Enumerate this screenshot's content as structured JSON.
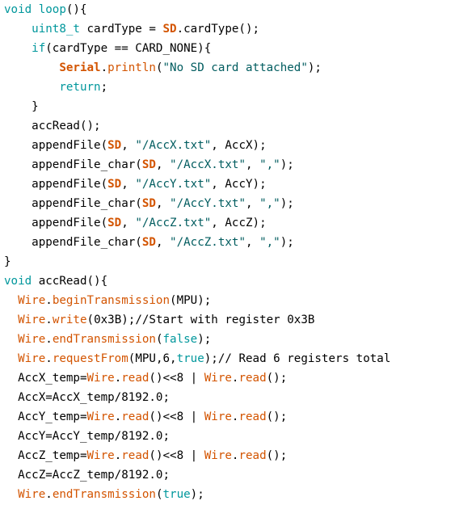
{
  "colors": {
    "keyword": "#00979c",
    "function": "#d35400",
    "string": "#005c5f",
    "comment": "#434f54",
    "text": "#000000",
    "background": "#ffffff"
  },
  "lines": [
    {
      "indent": 0,
      "tokens": [
        {
          "t": "void",
          "c": "kw"
        },
        {
          "t": " ",
          "c": "plain"
        },
        {
          "t": "loop",
          "c": "kw"
        },
        {
          "t": "(){",
          "c": "plain"
        }
      ]
    },
    {
      "indent": 4,
      "tokens": [
        {
          "t": "uint8_t",
          "c": "type"
        },
        {
          "t": " cardType = ",
          "c": "plain"
        },
        {
          "t": "SD",
          "c": "bold"
        },
        {
          "t": ".cardType();",
          "c": "plain"
        }
      ]
    },
    {
      "indent": 4,
      "tokens": [
        {
          "t": "if",
          "c": "kw"
        },
        {
          "t": "(cardType == CARD_NONE){",
          "c": "plain"
        }
      ]
    },
    {
      "indent": 8,
      "tokens": [
        {
          "t": "Serial",
          "c": "bold"
        },
        {
          "t": ".",
          "c": "plain"
        },
        {
          "t": "println",
          "c": "fn"
        },
        {
          "t": "(",
          "c": "plain"
        },
        {
          "t": "\"No SD card attached\"",
          "c": "str"
        },
        {
          "t": ");",
          "c": "plain"
        }
      ]
    },
    {
      "indent": 8,
      "tokens": [
        {
          "t": "return",
          "c": "kw"
        },
        {
          "t": ";",
          "c": "plain"
        }
      ]
    },
    {
      "indent": 4,
      "tokens": [
        {
          "t": "}",
          "c": "plain"
        }
      ]
    },
    {
      "indent": 4,
      "tokens": [
        {
          "t": "accRead();",
          "c": "plain"
        }
      ]
    },
    {
      "indent": 4,
      "tokens": [
        {
          "t": "appendFile(",
          "c": "plain"
        },
        {
          "t": "SD",
          "c": "bold"
        },
        {
          "t": ", ",
          "c": "plain"
        },
        {
          "t": "\"/AccX.txt\"",
          "c": "str"
        },
        {
          "t": ", AccX);",
          "c": "plain"
        }
      ]
    },
    {
      "indent": 4,
      "tokens": [
        {
          "t": "appendFile_char(",
          "c": "plain"
        },
        {
          "t": "SD",
          "c": "bold"
        },
        {
          "t": ", ",
          "c": "plain"
        },
        {
          "t": "\"/AccX.txt\"",
          "c": "str"
        },
        {
          "t": ", ",
          "c": "plain"
        },
        {
          "t": "\",\"",
          "c": "str"
        },
        {
          "t": ");",
          "c": "plain"
        }
      ]
    },
    {
      "indent": 4,
      "tokens": [
        {
          "t": "appendFile(",
          "c": "plain"
        },
        {
          "t": "SD",
          "c": "bold"
        },
        {
          "t": ", ",
          "c": "plain"
        },
        {
          "t": "\"/AccY.txt\"",
          "c": "str"
        },
        {
          "t": ", AccY);",
          "c": "plain"
        }
      ]
    },
    {
      "indent": 4,
      "tokens": [
        {
          "t": "appendFile_char(",
          "c": "plain"
        },
        {
          "t": "SD",
          "c": "bold"
        },
        {
          "t": ", ",
          "c": "plain"
        },
        {
          "t": "\"/AccY.txt\"",
          "c": "str"
        },
        {
          "t": ", ",
          "c": "plain"
        },
        {
          "t": "\",\"",
          "c": "str"
        },
        {
          "t": ");",
          "c": "plain"
        }
      ]
    },
    {
      "indent": 4,
      "tokens": [
        {
          "t": "appendFile(",
          "c": "plain"
        },
        {
          "t": "SD",
          "c": "bold"
        },
        {
          "t": ", ",
          "c": "plain"
        },
        {
          "t": "\"/AccZ.txt\"",
          "c": "str"
        },
        {
          "t": ", AccZ);",
          "c": "plain"
        }
      ]
    },
    {
      "indent": 4,
      "tokens": [
        {
          "t": "appendFile_char(",
          "c": "plain"
        },
        {
          "t": "SD",
          "c": "bold"
        },
        {
          "t": ", ",
          "c": "plain"
        },
        {
          "t": "\"/AccZ.txt\"",
          "c": "str"
        },
        {
          "t": ", ",
          "c": "plain"
        },
        {
          "t": "\",\"",
          "c": "str"
        },
        {
          "t": ");",
          "c": "plain"
        }
      ]
    },
    {
      "indent": 0,
      "tokens": [
        {
          "t": "}",
          "c": "plain"
        }
      ]
    },
    {
      "indent": 0,
      "tokens": [
        {
          "t": "void",
          "c": "kw"
        },
        {
          "t": " accRead(){",
          "c": "plain"
        }
      ]
    },
    {
      "indent": 2,
      "tokens": [
        {
          "t": "Wire",
          "c": "fn"
        },
        {
          "t": ".",
          "c": "plain"
        },
        {
          "t": "beginTransmission",
          "c": "fn"
        },
        {
          "t": "(MPU);",
          "c": "plain"
        }
      ]
    },
    {
      "indent": 2,
      "tokens": [
        {
          "t": "Wire",
          "c": "fn"
        },
        {
          "t": ".",
          "c": "plain"
        },
        {
          "t": "write",
          "c": "fn"
        },
        {
          "t": "(0x3B);//Start with register 0x3B",
          "c": "plain"
        }
      ]
    },
    {
      "indent": 2,
      "tokens": [
        {
          "t": "Wire",
          "c": "fn"
        },
        {
          "t": ".",
          "c": "plain"
        },
        {
          "t": "endTransmission",
          "c": "fn"
        },
        {
          "t": "(",
          "c": "plain"
        },
        {
          "t": "false",
          "c": "kw"
        },
        {
          "t": ");",
          "c": "plain"
        }
      ]
    },
    {
      "indent": 2,
      "tokens": [
        {
          "t": "Wire",
          "c": "fn"
        },
        {
          "t": ".",
          "c": "plain"
        },
        {
          "t": "requestFrom",
          "c": "fn"
        },
        {
          "t": "(MPU,6,",
          "c": "plain"
        },
        {
          "t": "true",
          "c": "kw"
        },
        {
          "t": ");// Read 6 registers total",
          "c": "plain"
        }
      ]
    },
    {
      "indent": 2,
      "tokens": [
        {
          "t": "AccX_temp=",
          "c": "plain"
        },
        {
          "t": "Wire",
          "c": "fn"
        },
        {
          "t": ".",
          "c": "plain"
        },
        {
          "t": "read",
          "c": "fn"
        },
        {
          "t": "()<<8 | ",
          "c": "plain"
        },
        {
          "t": "Wire",
          "c": "fn"
        },
        {
          "t": ".",
          "c": "plain"
        },
        {
          "t": "read",
          "c": "fn"
        },
        {
          "t": "();",
          "c": "plain"
        }
      ]
    },
    {
      "indent": 2,
      "tokens": [
        {
          "t": "AccX=AccX_temp/8192.0;",
          "c": "plain"
        }
      ]
    },
    {
      "indent": 2,
      "tokens": [
        {
          "t": "AccY_temp=",
          "c": "plain"
        },
        {
          "t": "Wire",
          "c": "fn"
        },
        {
          "t": ".",
          "c": "plain"
        },
        {
          "t": "read",
          "c": "fn"
        },
        {
          "t": "()<<8 | ",
          "c": "plain"
        },
        {
          "t": "Wire",
          "c": "fn"
        },
        {
          "t": ".",
          "c": "plain"
        },
        {
          "t": "read",
          "c": "fn"
        },
        {
          "t": "();",
          "c": "plain"
        }
      ]
    },
    {
      "indent": 2,
      "tokens": [
        {
          "t": "AccY=AccY_temp/8192.0;",
          "c": "plain"
        }
      ]
    },
    {
      "indent": 2,
      "tokens": [
        {
          "t": "AccZ_temp=",
          "c": "plain"
        },
        {
          "t": "Wire",
          "c": "fn"
        },
        {
          "t": ".",
          "c": "plain"
        },
        {
          "t": "read",
          "c": "fn"
        },
        {
          "t": "()<<8 | ",
          "c": "plain"
        },
        {
          "t": "Wire",
          "c": "fn"
        },
        {
          "t": ".",
          "c": "plain"
        },
        {
          "t": "read",
          "c": "fn"
        },
        {
          "t": "();",
          "c": "plain"
        }
      ]
    },
    {
      "indent": 2,
      "tokens": [
        {
          "t": "AccZ=AccZ_temp/8192.0;",
          "c": "plain"
        }
      ]
    },
    {
      "indent": 2,
      "tokens": [
        {
          "t": "Wire",
          "c": "fn"
        },
        {
          "t": ".",
          "c": "plain"
        },
        {
          "t": "endTransmission",
          "c": "fn"
        },
        {
          "t": "(",
          "c": "plain"
        },
        {
          "t": "true",
          "c": "kw"
        },
        {
          "t": ");",
          "c": "plain"
        }
      ]
    }
  ]
}
